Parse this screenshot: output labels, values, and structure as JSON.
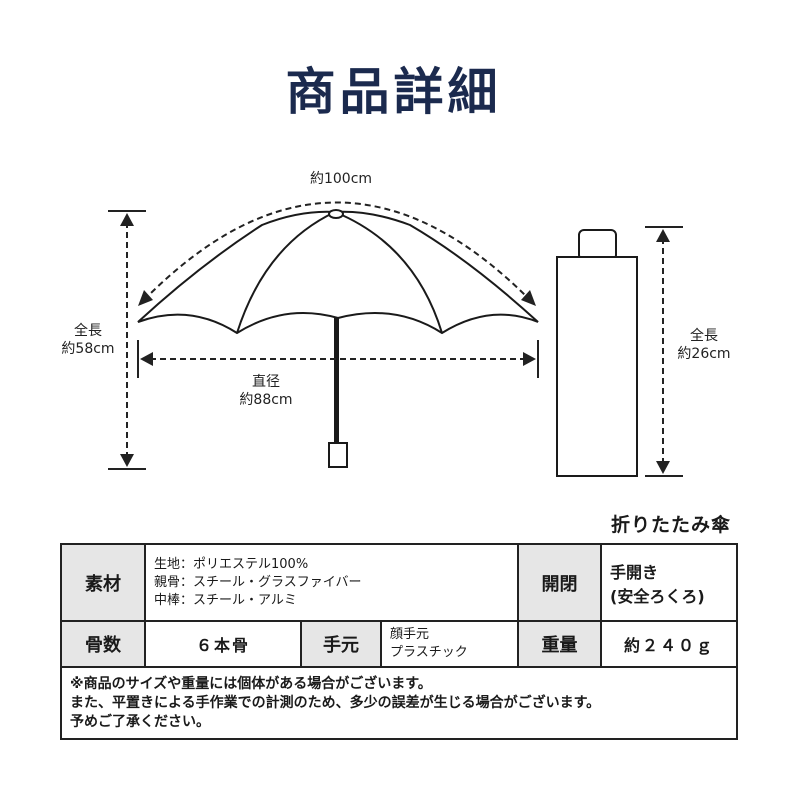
{
  "title": "商品詳細",
  "dimensions": {
    "width_arc": "約100cm",
    "length_label": "全長",
    "length_value": "約58cm",
    "diameter_label": "直径",
    "diameter_value": "約88cm",
    "folded_length_label": "全長",
    "folded_length_value": "約26cm"
  },
  "subtitle": "折りたたみ傘",
  "spec": {
    "material_label": "素材",
    "material_lines": [
      "生地：ポリエステル100%",
      "親骨：スチール・グラスファイバー",
      "中棒：スチール・アルミ"
    ],
    "opening_label": "開閉",
    "opening_lines": [
      "手開き",
      "(安全ろくろ)"
    ],
    "ribs_label": "骨数",
    "ribs_value": "６本骨",
    "handle_label": "手元",
    "handle_lines": [
      "顔手元",
      "プラスチック"
    ],
    "weight_label": "重量",
    "weight_value": "約２４０ｇ"
  },
  "notes": [
    "※商品のサイズや重量には個体がある場合がございます。",
    "また、平置きによる手作業での計測のため、多少の誤差が生じる場合がございます。",
    "予めご了承ください。"
  ]
}
